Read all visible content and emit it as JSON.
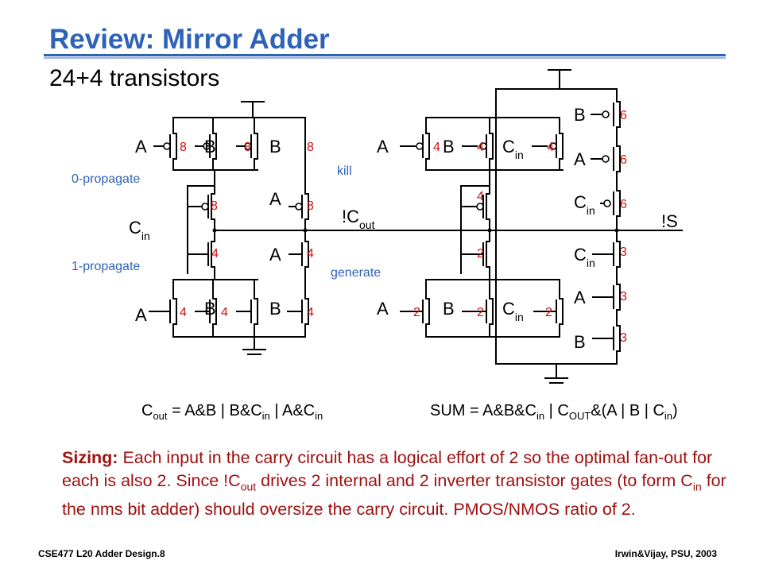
{
  "slide": {
    "title": "Review:  Mirror Adder",
    "subtitle": "24+4 transistors",
    "footer_left": "CSE477  L20 Adder Design.8",
    "footer_right": "Irwin&Vijay, PSU, 2003",
    "colors": {
      "title": "#2e62b8",
      "size_label": "#d01010",
      "annotation": "#2e62b8",
      "note": "#a01010"
    }
  },
  "schematic": {
    "labels": {
      "A": "A",
      "B": "B",
      "C": "C",
      "in": "in",
      "out": "out",
      "not_cout_prefix": "!C",
      "not_s": "!S",
      "zero_propagate": "0-propagate",
      "one_propagate": "1-propagate",
      "kill": "kill",
      "generate": "generate"
    },
    "sizes": {
      "carry_pmos_left": [
        "8",
        "8",
        "8"
      ],
      "carry_pmos_mid": "8",
      "carry_pmos_right": "8",
      "carry_nmos_mid": "4",
      "carry_nmos_right": "4",
      "carry_nmos_left": [
        "4",
        "4",
        "4"
      ],
      "sum_pmos_left": [
        "4",
        "4",
        "4"
      ],
      "sum_pmos_mid": "4",
      "sum_nmos_mid": "2",
      "sum_nmos_left": [
        "2",
        "2",
        "2"
      ],
      "sum_pmos_stack": [
        "6",
        "6",
        "6"
      ],
      "sum_nmos_stack": [
        "3",
        "3",
        "3"
      ]
    }
  },
  "formulas": {
    "cout": {
      "c": "C",
      "out": "out",
      "eq": " = A&B | B&C",
      "in1": "in",
      "or": " | A&C",
      "in2": "in"
    },
    "sum": {
      "p1": "SUM = A&B&C",
      "in1": "in",
      "p2": " | C",
      "out": "OUT",
      "p3": "&(A | B | C",
      "in2": "in",
      "p4": ")"
    }
  },
  "note": {
    "bold": "Sizing:",
    "t1": "  Each input in the carry circuit has a logical effort of 2 so the optimal fan-out for each is also 2.  Since !C",
    "sub1": "out",
    "t2": " drives 2 internal and 2 inverter transistor gates (to form C",
    "sub2": "in",
    "t3": " for the nms bit adder) should oversize the carry circuit.  PMOS/NMOS ratio of 2."
  }
}
